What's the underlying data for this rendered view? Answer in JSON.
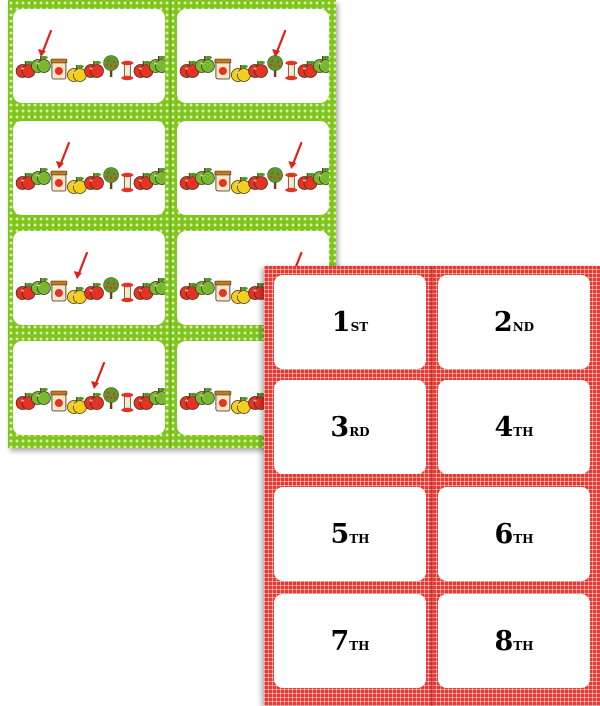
{
  "ordinal_cards": [
    {
      "number": "1",
      "suffix": "ST"
    },
    {
      "number": "2",
      "suffix": "ND"
    },
    {
      "number": "3",
      "suffix": "RD"
    },
    {
      "number": "4",
      "suffix": "TH"
    },
    {
      "number": "5",
      "suffix": "TH"
    },
    {
      "number": "6",
      "suffix": "TH"
    },
    {
      "number": "7",
      "suffix": "TH"
    },
    {
      "number": "8",
      "suffix": "TH"
    }
  ],
  "apple_row_items": [
    "red-apple",
    "green-apple",
    "apple-jar",
    "yellow-apple",
    "red-apple",
    "apple-tree",
    "apple-core",
    "red-apple",
    "green-apple"
  ],
  "arrow_targets_by_card": [
    1,
    5,
    2,
    6,
    3,
    6,
    4,
    7
  ],
  "colors": {
    "green_sheet": "#7fc41f",
    "red_sheet": "#e23a33",
    "arrow": "#e0201b",
    "red_apple": "#e53225",
    "green_apple": "#79b832",
    "yellow_apple": "#f1cf1c"
  },
  "icons": [
    "apple-icon",
    "jar-icon",
    "tree-icon",
    "apple-core-icon",
    "arrow-icon"
  ]
}
